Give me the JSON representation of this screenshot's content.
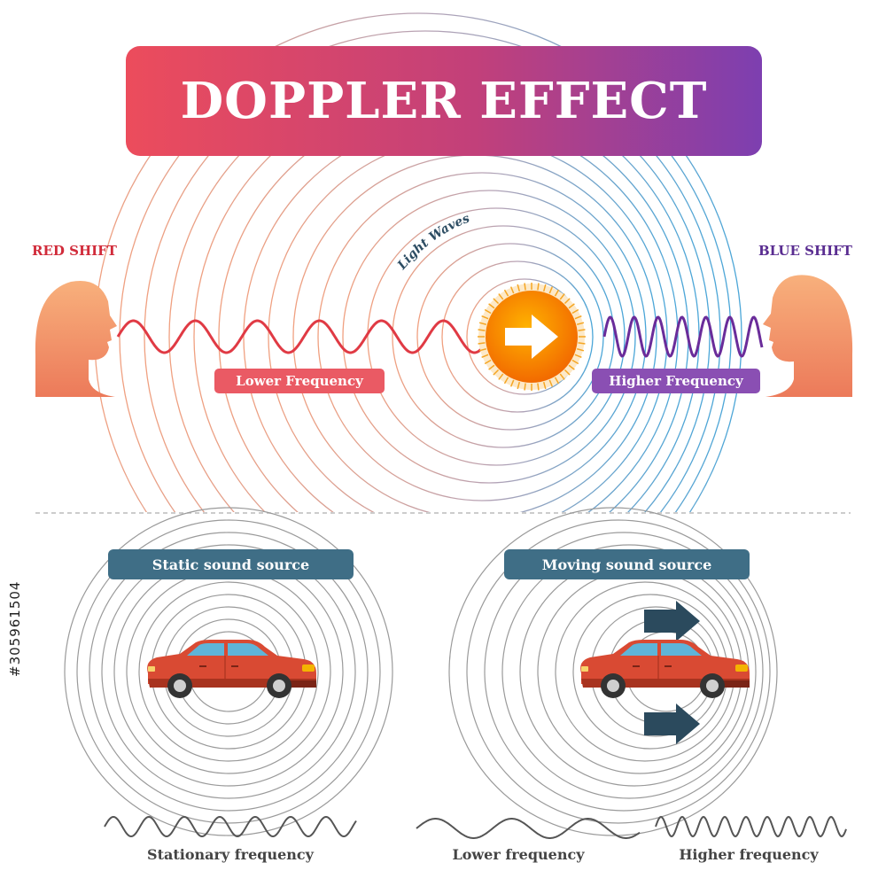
{
  "title": "DOPPLER EFFECT",
  "light_section": {
    "red_shift_label": "RED SHIFT",
    "blue_shift_label": "BLUE SHIFT",
    "light_waves_label": "Light Waves",
    "lower_frequency_label": "Lower Frequency",
    "higher_frequency_label": "Higher Frequency"
  },
  "sound_section": {
    "static_title": "Static sound source",
    "moving_title": "Moving sound source",
    "stationary_caption": "Stationary frequency",
    "lower_caption": "Lower frequency",
    "higher_caption": "Higher frequency"
  },
  "watermark_id": "#305961504",
  "colors": {
    "red_shift": "#d12b3a",
    "blue_shift": "#5a2d91",
    "wave_red": "#e03a44",
    "wave_purple": "#6a2c9a",
    "ring_red": "#f0a080",
    "ring_blue": "#4aa6d8",
    "pill_red": "#ea5a64",
    "pill_purple": "#8a4fb3",
    "pill_teal": "#3f6e86",
    "star_orange": "#f57c00",
    "car_red": "#d94a33",
    "head_gradient_light": "#f8b07c",
    "head_gradient_dark": "#ef7f5e"
  },
  "icons": [
    "head-icon",
    "star-icon",
    "arrow-icon",
    "car-icon"
  ]
}
